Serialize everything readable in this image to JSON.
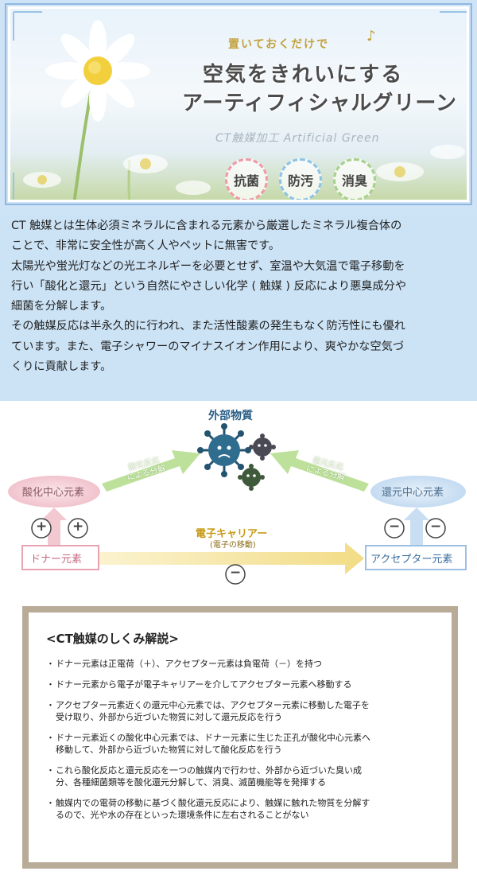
{
  "banner": {
    "tagline": "置いておくだけで",
    "note_symbol": "♪",
    "title_line1": "空気をきれいにする",
    "title_line2": "アーティフィシャルグリーン",
    "subtitle": "CT触媒加工 Artificial Green",
    "badges": [
      "抗菌",
      "防汚",
      "消臭"
    ]
  },
  "intro": {
    "lines": [
      "CT 触媒とは生体必須ミネラルに含まれる元素から厳選したミネラル複合体の",
      "ことで、非常に安全性が高く人やペットに無害です。",
      "太陽光や蛍光灯などの光エネルギーを必要とせず、室温や大気温で電子移動を",
      "行い「酸化と還元」という自然にやさしい化学 ( 触媒 ) 反応により悪臭成分や",
      "細菌を分解します。",
      "その触媒反応は半永久的に行われ、また活性酸素の発生もなく防汚性にも優れ",
      "ています。また、電子シャワーのマイナスイオン作用により、爽やかな空気づ",
      "くりに貢献します。"
    ]
  },
  "diagram": {
    "external": "外部物質",
    "oxidation_center": "酸化中心元素",
    "reduction_center": "還元中心元素",
    "oxidation_reaction": [
      "酸化反応",
      "による分解"
    ],
    "reduction_reaction": [
      "還元反応",
      "による分解"
    ],
    "carrier": "電子キャリアー",
    "carrier_sub": "(電子の移動)",
    "donor": "ドナー元素",
    "acceptor": "アクセプター元素",
    "plus": "+",
    "minus": "−"
  },
  "explanation": {
    "title": "<CT触媒のしくみ解説>",
    "bullet": "・",
    "items": [
      [
        "ドナー元素は正電荷（＋）、アクセプター元素は負電荷（－）を持つ"
      ],
      [
        "ドナー元素から電子が電子キャリアーを介してアクセプター元素へ移動する"
      ],
      [
        "アクセプター元素近くの還元中心元素では、アクセプター元素に移動した電子を",
        "受け取り、外部から近づいた物質に対して還元反応を行う"
      ],
      [
        "ドナー元素近くの酸化中心元素では、ドナー元素に生じた正孔が酸化中心元素へ",
        "移動して、外部から近づいた物質に対して酸化反応を行う"
      ],
      [
        "これら酸化反応と還元反応を一つの触媒内で行わせ、外部から近づいた臭い成",
        "分、各種細菌類等を酸化還元分解して、消臭、滅菌機能等を発揮する"
      ],
      [
        "触媒内での電荷の移動に基づく酸化還元反応により、触媒に触れた物質を分解す",
        "るので、光や水の存在といった環境条件に左右されることがない"
      ]
    ]
  },
  "colors": {
    "banner_bg": "#cfe3f6",
    "oxidation_pink": "#f3c9d1",
    "reduction_blue": "#c9def2",
    "arrow_green": "#b5dd8f",
    "carrier_yellow": "#f5e8a6",
    "box_border": "#b8ab98"
  }
}
